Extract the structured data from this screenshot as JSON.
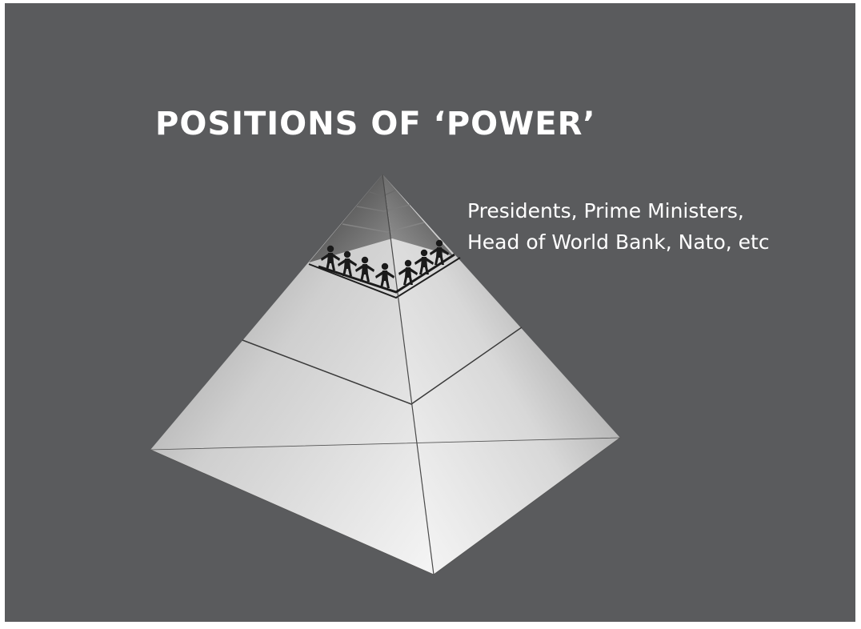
{
  "title": "POSITIONS OF ‘POWER’",
  "caption": {
    "line1": "Presidents, Prime Ministers,",
    "line2": "Head of World Bank, Nato, etc"
  },
  "colors": {
    "background": "#5a5b5d",
    "frame": "#ffffff",
    "text": "#ffffff",
    "pyramid_light": "#f4f4f4",
    "pyramid_dark": "#8c8c8c",
    "figures": "#1a1a1a"
  },
  "icons": {
    "pyramid": "pyramid-icon",
    "people": "paper-chain-people-icon"
  }
}
